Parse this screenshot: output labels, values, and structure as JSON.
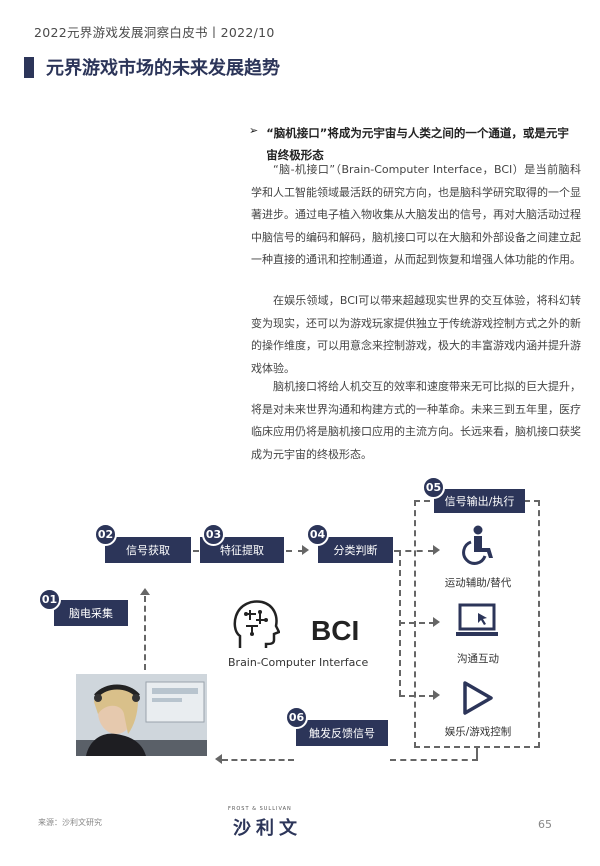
{
  "header": {
    "title": "2022元界游戏发展洞察白皮书丨2022/10"
  },
  "section": {
    "title": "元界游戏市场的未来发展趋势"
  },
  "bullet": {
    "marker": "➢",
    "text": "“脑机接口”将成为元宇宙与人类之间的一个通道，或是元宇宙终极形态"
  },
  "paragraphs": [
    "“脑-机接口”（Brain-Computer Interface，BCI）是当前脑科学和人工智能领域最活跃的研究方向，也是脑科学研究取得的一个显著进步。通过电子植入物收集从大脑发出的信号，再对大脑活动过程中脑信号的编码和解码，脑机接口可以在大脑和外部设备之间建立起一种直接的通讯和控制通道，从而起到恢复和增强人体功能的作用。",
    "在娱乐领域，BCI可以带来超越现实世界的交互体验，将科幻转变为现实，还可以为游戏玩家提供独立于传统游戏控制方式之外的新的操作维度，可以用意念来控制游戏，极大的丰富游戏内涵并提升游戏体验。",
    "脑机接口将给人机交互的效率和速度带来无可比拟的巨大提升，将是对未来世界沟通和构建方式的一种革命。未来三到五年里，医疗临床应用仍将是脑机接口应用的主流方向。长远来看，脑机接口获奖成为元宇宙的终极形态。"
  ],
  "diagram": {
    "steps": [
      {
        "num": "01",
        "label": "脑电采集"
      },
      {
        "num": "02",
        "label": "信号获取"
      },
      {
        "num": "03",
        "label": "特征提取"
      },
      {
        "num": "04",
        "label": "分类判断"
      },
      {
        "num": "05",
        "label": "信号输出/执行"
      },
      {
        "num": "06",
        "label": "触发反馈信号"
      }
    ],
    "outputs": [
      {
        "label": "运动辅助/替代",
        "icon": "wheelchair-icon"
      },
      {
        "label": "沟通互动",
        "icon": "monitor-cursor-icon"
      },
      {
        "label": "娱乐/游戏控制",
        "icon": "play-icon"
      }
    ],
    "bci_title": "BCI",
    "bci_subtitle": "Brain-Computer Interface"
  },
  "footer": {
    "source": "来源：沙利文研究",
    "logo_small": "FROST & SULLIVAN",
    "logo_main": "沙利文",
    "page": "65"
  },
  "colors": {
    "navy": "#2c3559",
    "text": "#444444"
  }
}
